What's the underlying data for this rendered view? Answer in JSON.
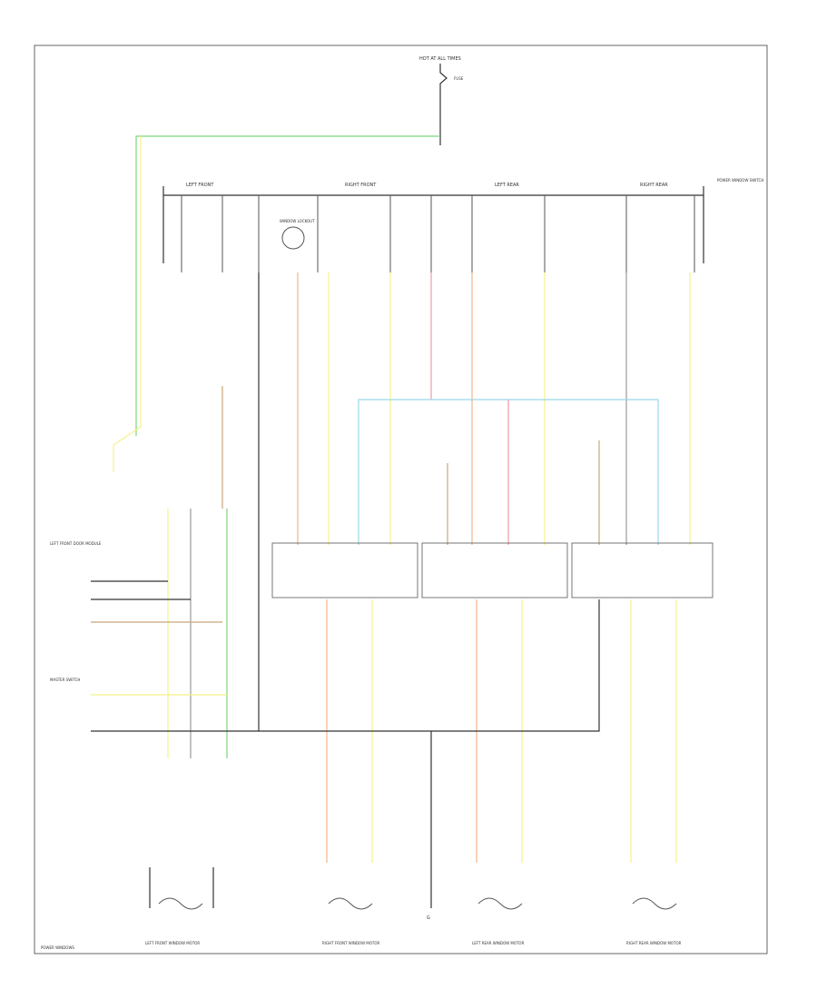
{
  "colors": {
    "frame": "#555555",
    "black": "#333333",
    "green": "#7cd67c",
    "yellow": "#f2f28a",
    "orange": "#f2b48a",
    "pink": "#f59aa8",
    "cyan": "#9ad8e8",
    "tan": "#c8a878",
    "gray": "#999999"
  },
  "labels": {
    "top_source": "HOT AT ALL TIMES",
    "fuse": "FUSE",
    "section_left_front": "LEFT FRONT",
    "section_right_front": "RIGHT FRONT",
    "section_left_rear": "LEFT REAR",
    "section_right_rear": "RIGHT REAR",
    "right_note": "POWER WINDOW SWITCH",
    "window_lockout": "WINDOW LOCKOUT",
    "master_switch": "MASTER SWITCH",
    "left_front_module": "LEFT FRONT DOOR MODULE",
    "left_front_motor": "LEFT FRONT WINDOW MOTOR",
    "right_front_motor": "RIGHT FRONT WINDOW MOTOR",
    "left_rear_motor": "LEFT REAR WINDOW MOTOR",
    "right_rear_motor": "RIGHT REAR WINDOW MOTOR",
    "ground": "G",
    "footer": "POWER WINDOWS"
  }
}
